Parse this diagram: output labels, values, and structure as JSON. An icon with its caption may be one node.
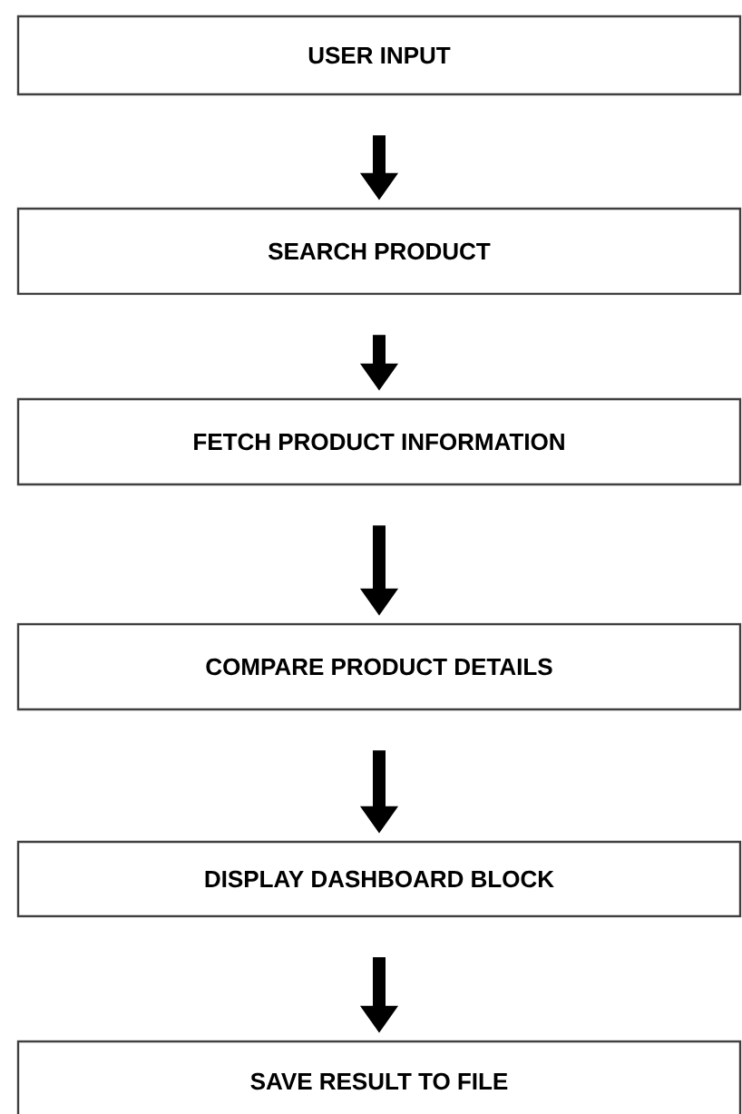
{
  "diagram": {
    "nodes": [
      {
        "text": [
          "USER INPUT"
        ]
      },
      {
        "text": [
          "SEARCH PRODUCT"
        ]
      },
      {
        "text": [
          "FETCH PRODUCT INFORMATION"
        ]
      },
      {
        "text": [
          "COMPARE PRODUCT DETAILS"
        ]
      },
      {
        "text": [
          "DISPLAY DASHBOARD BLOCK"
        ]
      },
      {
        "text": [
          "SAVE RESULT TO FILE"
        ]
      }
    ],
    "edges": [
      {
        "from": 0,
        "to": 1,
        "arrow": "to"
      },
      {
        "from": 1,
        "to": 2,
        "arrow": "to"
      },
      {
        "from": 2,
        "to": 3,
        "arrow": "to"
      },
      {
        "from": 3,
        "to": 4,
        "arrow": "to"
      },
      {
        "from": 4,
        "to": 5,
        "arrow": "to"
      }
    ]
  }
}
